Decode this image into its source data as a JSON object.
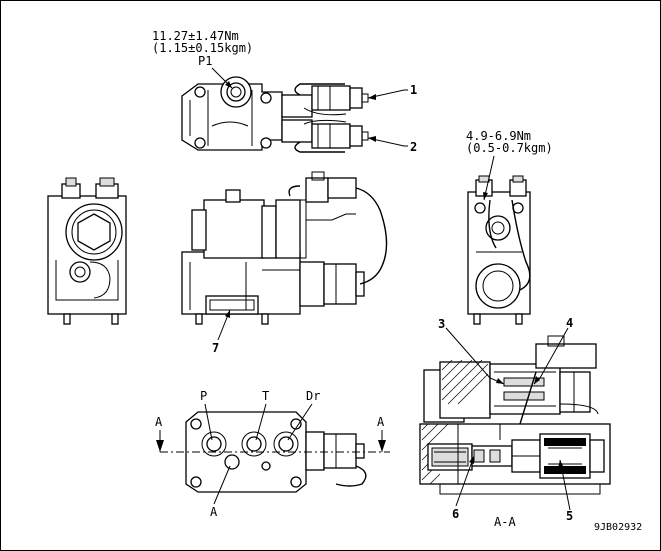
{
  "torque_top": {
    "nm": "11.27±1.47Nm",
    "kgm": "(1.15±0.15kgm)"
  },
  "torque_right": {
    "nm": "4.9-6.9Nm",
    "kgm": "(0.5-0.7kgm)"
  },
  "port_labels": {
    "p1": "P1",
    "p": "P",
    "t": "T",
    "dr": "Dr",
    "a": "A"
  },
  "section_marks": {
    "left": "A",
    "right": "A",
    "caption": "A-A"
  },
  "callouts": [
    "1",
    "2",
    "3",
    "4",
    "5",
    "6",
    "7"
  ],
  "drawing_code": "9JB02932"
}
